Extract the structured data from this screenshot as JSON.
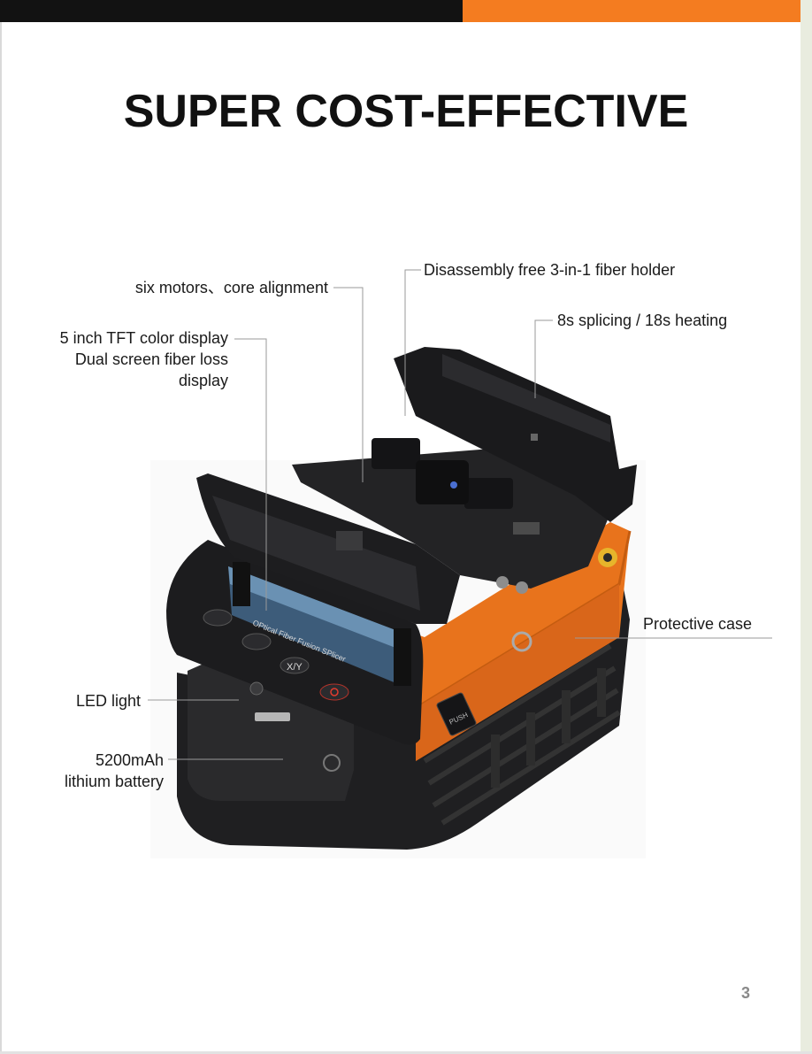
{
  "header": {
    "title": "SUPER COST-EFFECTIVE"
  },
  "callouts": {
    "motors": "six motors、core alignment",
    "holder": "Disassembly free 3-in-1 fiber holder",
    "splicing": "8s splicing / 18s heating",
    "display_1": "5 inch TFT color display",
    "display_2": "Dual screen fiber loss",
    "display_3": "display",
    "case": "Protective case",
    "led": "LED light",
    "battery_1": "5200mAh",
    "battery_2": "lithium battery"
  },
  "device": {
    "printed_label": "OPtical Fiber Fusion SPlicer",
    "key_xy": "X/Y",
    "push_label": "PUSH"
  },
  "footer": {
    "page_number": "3"
  },
  "colors": {
    "accent": "#f47c20",
    "dark_bar": "#121212",
    "device_orange": "#e8731c"
  }
}
